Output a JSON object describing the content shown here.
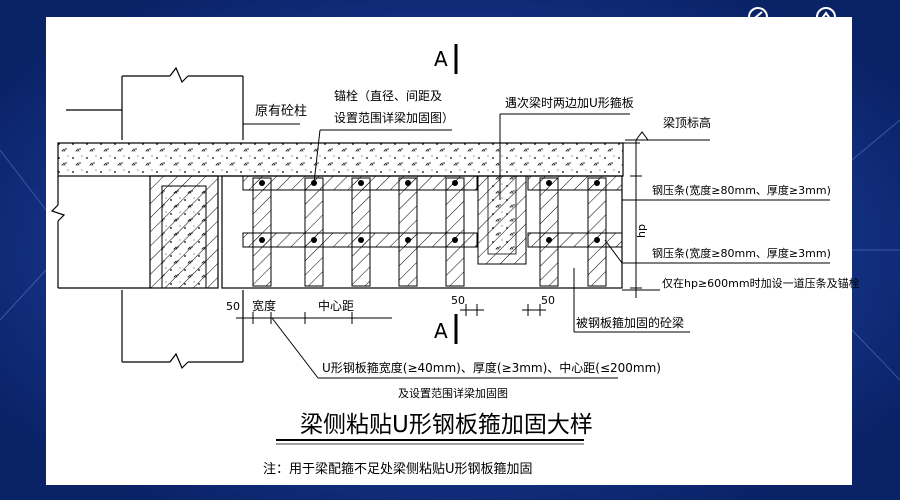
{
  "colors": {
    "frame": "#0d2a7a",
    "sheet": "#ffffff",
    "ink": "#000000"
  },
  "labels": {
    "section_top": "A",
    "section_bottom": "A",
    "existing_column": "原有砼柱",
    "anchor_line1": "锚栓（直径、间距及",
    "anchor_line2": "设置范围详梁加固图）",
    "secondary_beam": "遇次梁时两边加U形箍板",
    "beam_top_elev": "梁顶标高",
    "steel_strip_1": "钢压条(宽度≥80mm、厚度≥3mm)",
    "hp": "hp",
    "steel_strip_2": "钢压条(宽度≥80mm、厚度≥3mm)",
    "extra_strip": "仅在hp≥600mm时加设一道压条及锚栓",
    "dim_50_left": "50",
    "dim_width": "宽度",
    "dim_center": "中心距",
    "dim_50_mid": "50",
    "dim_50_right": "50",
    "reinforced_beam": "被钢板箍加固的砼梁",
    "u_hoop_spec": "U形钢板箍宽度(≥40mm)、厚度(≥3mm)、中心距(≤200mm)",
    "u_hoop_range": "及设置范围详梁加固图",
    "title": "梁侧粘贴U形钢板箍加固大样",
    "note": "注：用于梁配箍不足处梁侧粘贴U形钢板箍加固"
  },
  "corner_icons": [
    "back-icon",
    "home-icon"
  ]
}
